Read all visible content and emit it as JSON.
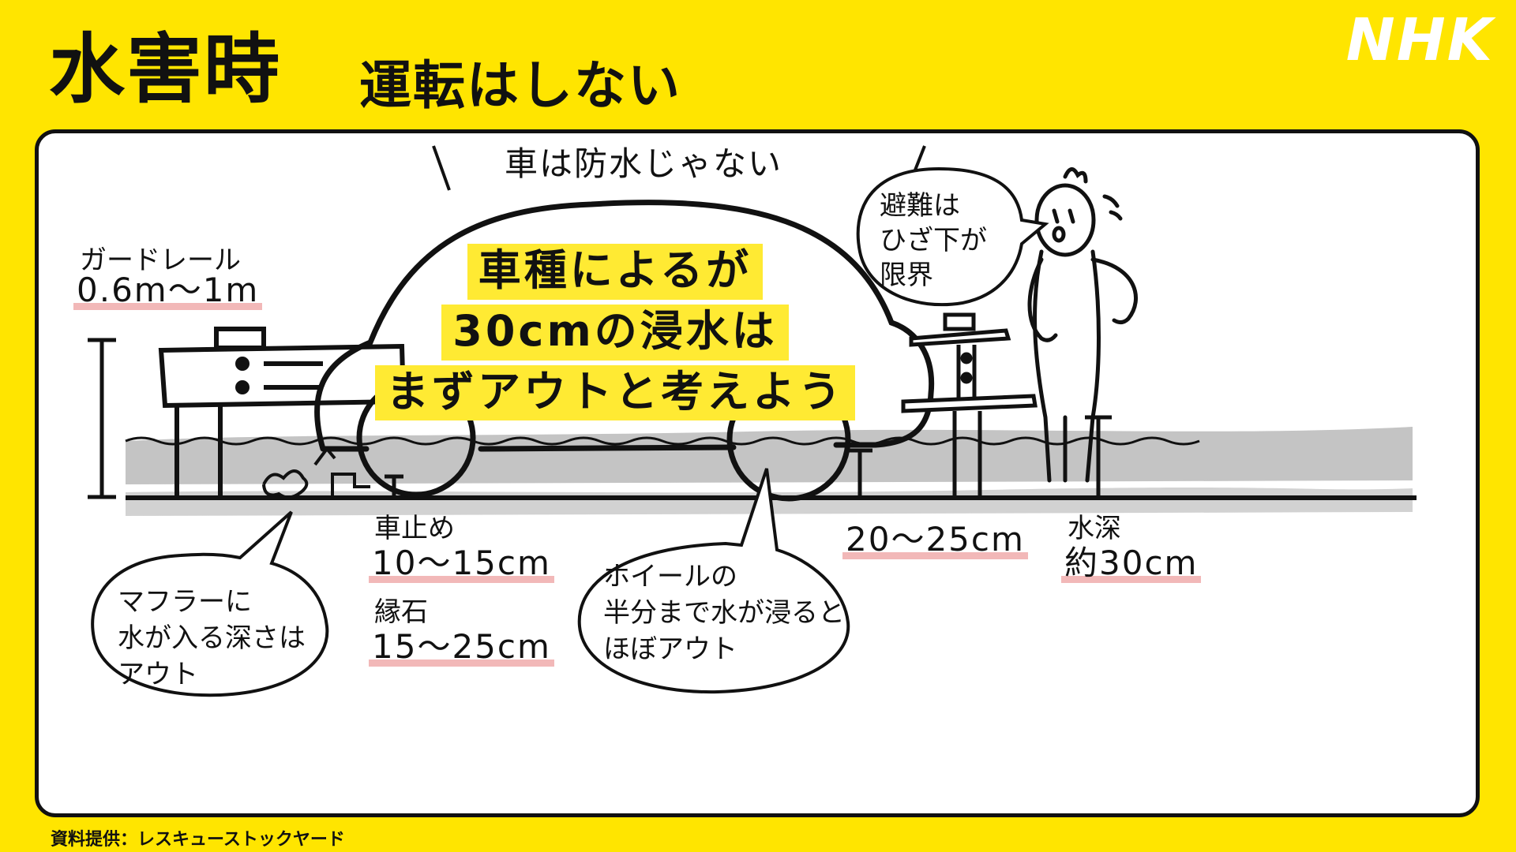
{
  "header": {
    "title_main": "水害時",
    "title_sub": "運転はしない",
    "logo": "NHK"
  },
  "illustration": {
    "top_caption": "車は防水じゃない",
    "headline_lines": [
      "車種によるが",
      "30cmの浸水は",
      "まずアウトと考えよう"
    ],
    "guardrail": {
      "label": "ガードレール",
      "value": "0.6m～1m"
    },
    "evacuation_bubble_lines": [
      "避難は",
      "ひざ下が",
      "限界"
    ],
    "muffler_bubble_lines": [
      "マフラーに",
      "水が入る深さは",
      "アウト"
    ],
    "car_stop": {
      "label": "車止め",
      "value": "10～15cm"
    },
    "curb": {
      "label": "縁石",
      "value": "15～25cm"
    },
    "wheel_bubble_lines": [
      "ホイールの",
      "半分まで水が浸ると",
      "ほぼアウト"
    ],
    "bench_height": "20～25cm",
    "water_depth": {
      "label": "水深",
      "value": "約30cm"
    }
  },
  "footer": {
    "credit": "資料提供：レスキューストックヤード"
  },
  "colors": {
    "background": "#FFE500",
    "highlight": "#FFEA33",
    "underline": "#F2B8B8",
    "water": "#BEBEBE"
  }
}
